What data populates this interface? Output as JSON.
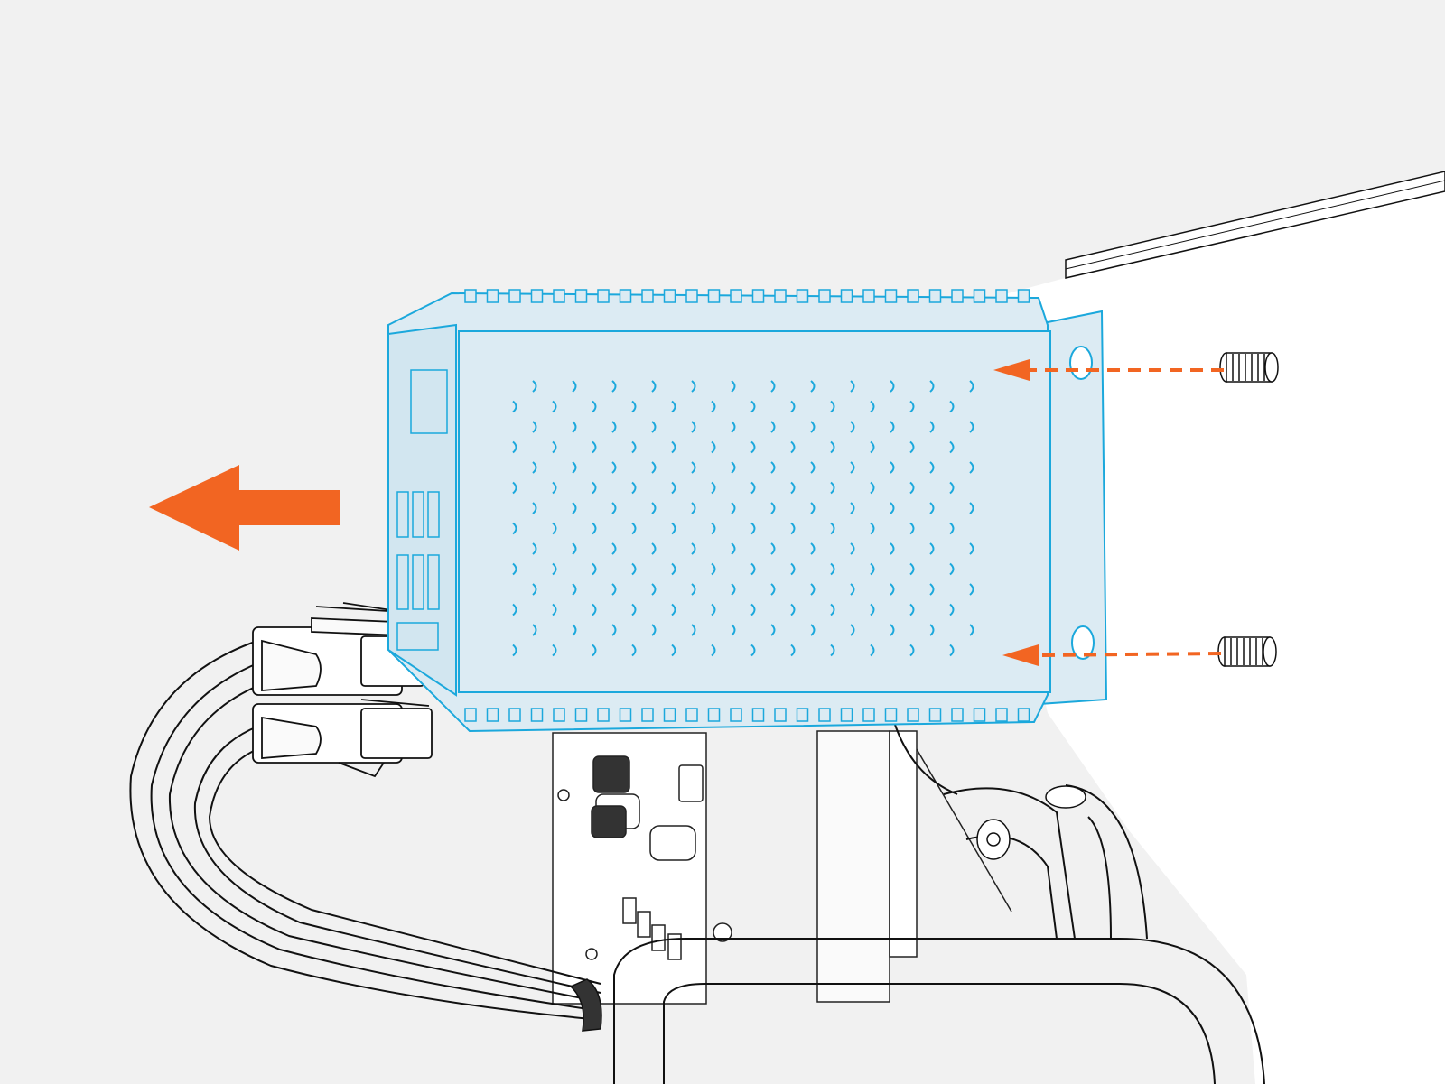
{
  "diagram": {
    "style": "technical line illustration",
    "background_color": "#f1f1f1",
    "highlighted_part": {
      "icon": "power-supply-module",
      "fill_color": "#dcebf3",
      "stroke_color": "#1ba8dc",
      "vent_pattern": {
        "rows": 14,
        "columns": 12
      },
      "mounting_holes": 2
    },
    "arrows": {
      "color": "#f26522",
      "removal_direction": "left",
      "screw_insertion_direction": "left"
    },
    "screws": {
      "count": 2,
      "icon": "screw-icon"
    },
    "connectors": {
      "count": 2,
      "icon": "power-connector-icon"
    },
    "labels": []
  }
}
